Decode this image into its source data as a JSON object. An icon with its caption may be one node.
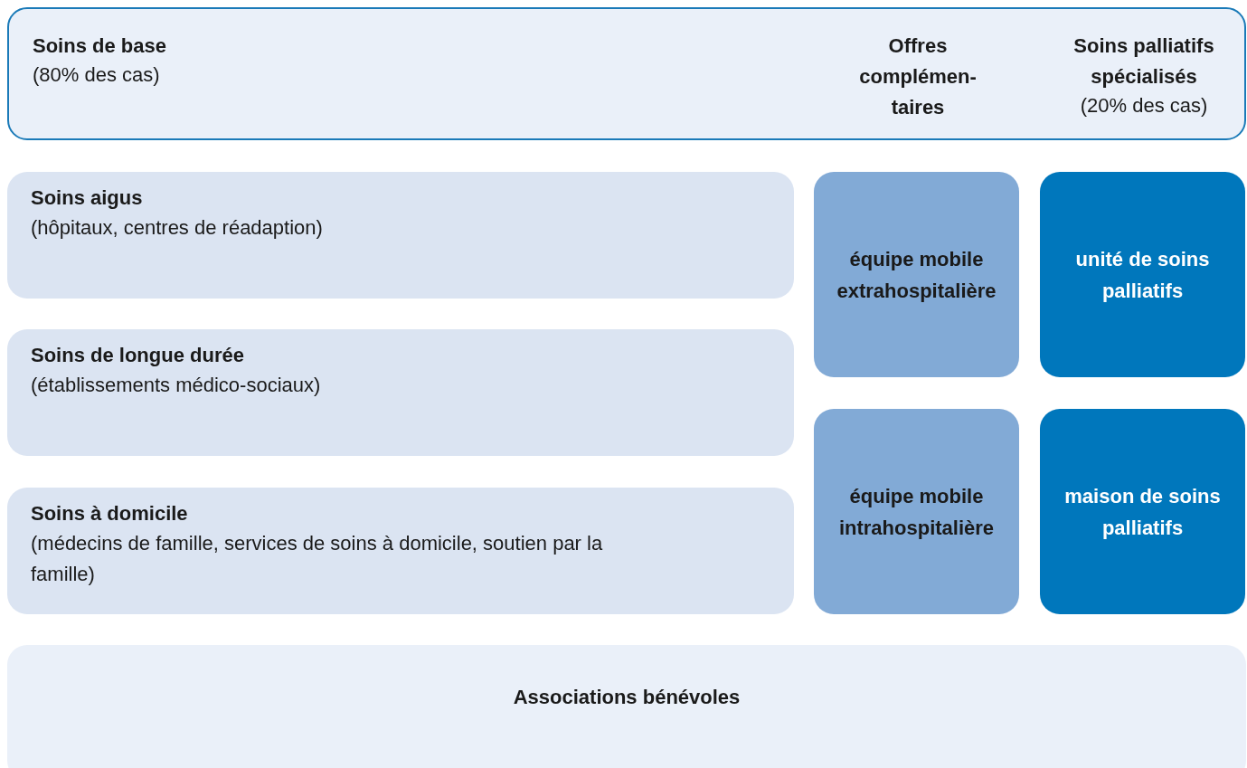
{
  "diagram": {
    "nodes": [
      {
        "text": [
          "Soins de base",
          "(80% des cas)",
          "Offres complémen- taires",
          "Soins palliatifs spécialisés",
          "(20% des cas)"
        ]
      },
      {
        "text": [
          "Soins aigus",
          "(hôpitaux, centres de réadaption)"
        ]
      },
      {
        "text": [
          "Soins de longue durée",
          "(établissements médico-sociaux)"
        ]
      },
      {
        "text": [
          "Soins à domicile",
          "(médecins de famille, services de soins à domicile, soutien par la famille)"
        ]
      },
      {
        "text": [
          "équipe mobile extrahospitalière"
        ]
      },
      {
        "text": [
          "unité de soins palliatifs"
        ]
      },
      {
        "text": [
          "équipe mobile intrahospitalière"
        ]
      },
      {
        "text": [
          "maison de soins palliatifs"
        ]
      },
      {
        "text": [
          "Associations bénévoles"
        ]
      }
    ]
  }
}
